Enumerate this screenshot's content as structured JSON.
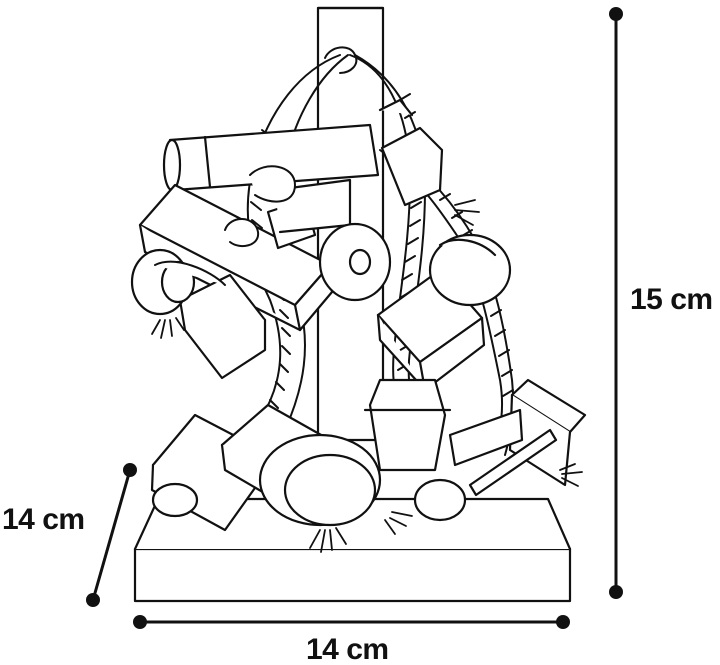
{
  "dimensions": {
    "height_label": "15 cm",
    "depth_label": "14 cm",
    "width_label": "14 cm"
  },
  "colors": {
    "line": "#111111",
    "background": "#ffffff"
  },
  "illustration": {
    "parts": [
      "base-board",
      "center-post",
      "ropes",
      "wood-blocks",
      "wood-discs",
      "cylinders"
    ]
  }
}
